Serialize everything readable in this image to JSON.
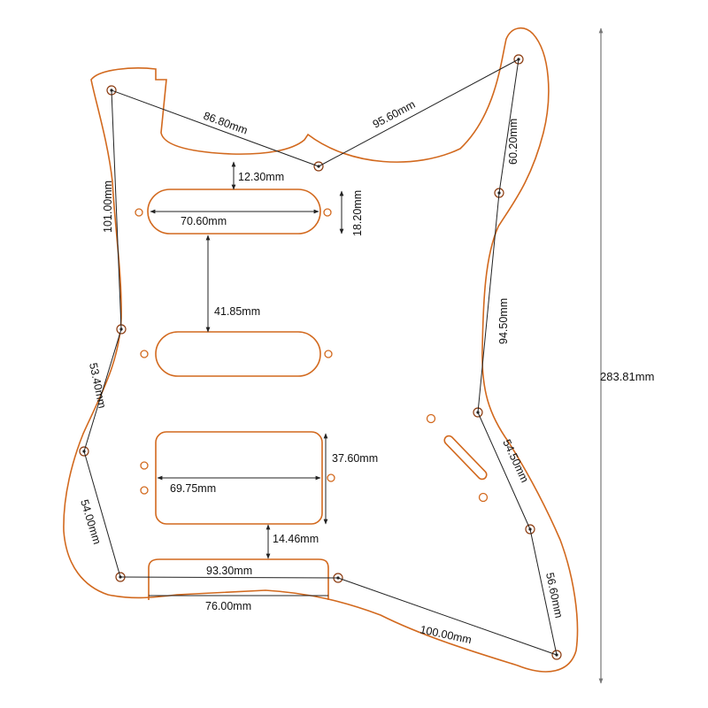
{
  "dimensions": {
    "d_86_80": "86.80mm",
    "d_95_60": "95.60mm",
    "d_60_20": "60.20mm",
    "d_12_30": "12.30mm",
    "d_101_00": "101.00mm",
    "d_70_60": "70.60mm",
    "d_18_20": "18.20mm",
    "d_41_85": "41.85mm",
    "d_94_50": "94.50mm",
    "d_53_40": "53.40mm",
    "d_37_60": "37.60mm",
    "d_69_75": "69.75mm",
    "d_54_50": "54.50mm",
    "d_54_00": "54.00mm",
    "d_14_46": "14.46mm",
    "d_93_30": "93.30mm",
    "d_76_00": "76.00mm",
    "d_56_60": "56.60mm",
    "d_100_00": "100.00mm",
    "d_283_81": "283.81mm"
  },
  "colors": {
    "outline": "#d2691e",
    "dimension_line": "#222222",
    "height_line": "#777777"
  }
}
